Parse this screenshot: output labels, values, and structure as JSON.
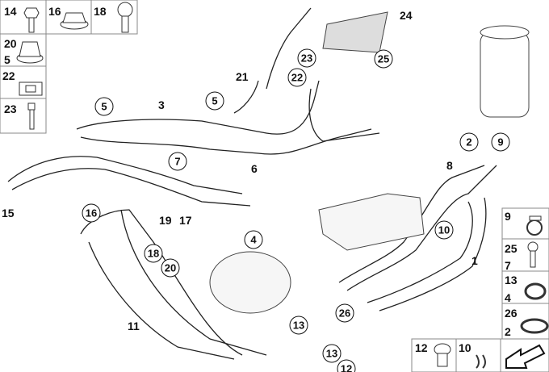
{
  "left_legend": {
    "c14": "14",
    "c16": "16",
    "c18": "18",
    "c20": "20",
    "c5": "5",
    "c22": "22",
    "c23": "23"
  },
  "right_legend": {
    "c9": "9",
    "c25": "25",
    "c7": "7",
    "c13": "13",
    "c4": "4",
    "c26": "26",
    "c2": "2"
  },
  "bottom_legend": {
    "c12": "12",
    "c10": "10"
  },
  "callouts": [
    "5",
    "5",
    "23",
    "22",
    "25",
    "2",
    "9",
    "7",
    "16",
    "18",
    "20",
    "4",
    "10",
    "26",
    "13",
    "13",
    "12"
  ],
  "labels": [
    "3",
    "21",
    "24",
    "8",
    "6",
    "15",
    "19",
    "17",
    "1",
    "11"
  ]
}
